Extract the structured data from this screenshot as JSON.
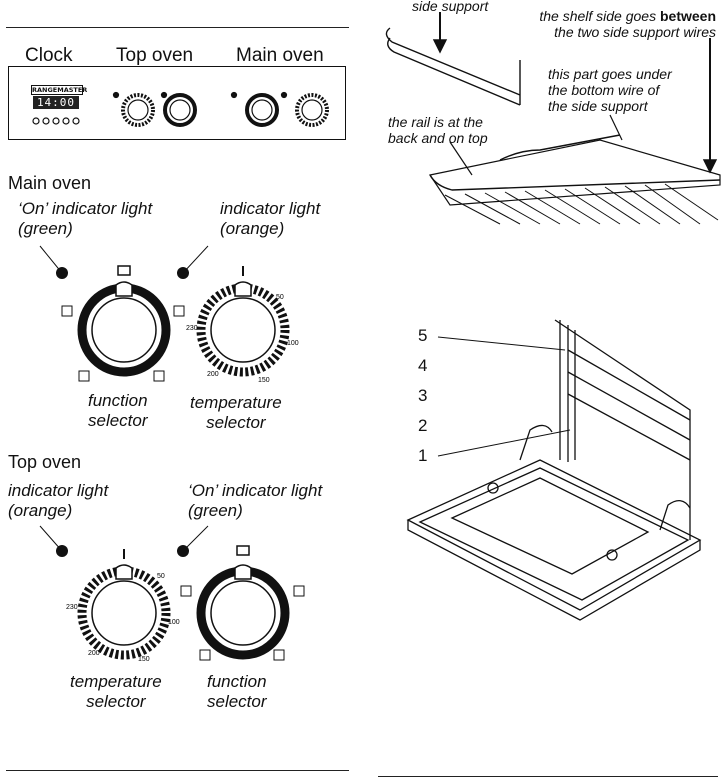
{
  "control_panel": {
    "labels": {
      "clock": "Clock",
      "top_oven": "Top oven",
      "main_oven": "Main oven"
    },
    "brand": "RANGEMASTER",
    "display_time": "14:00"
  },
  "main_oven": {
    "heading": "Main oven",
    "on_light_label": "‘On’ indicator light\n(green)",
    "indicator_label": "indicator light\n(orange)",
    "function_label": "function\nselector",
    "temperature_label": "temperature\nselector",
    "dial_marks": {
      "t1": "50",
      "t2": "100",
      "t3": "150",
      "t4": "200",
      "t5": "230"
    }
  },
  "top_oven": {
    "heading": "Top oven",
    "indicator_label": "indicator light\n(orange)",
    "on_light_label": "‘On’ indicator light\n(green)",
    "temperature_label": "temperature\nselector",
    "function_label": "function\nselector",
    "dial_marks": {
      "t1": "50",
      "t2": "100",
      "t3": "150",
      "t4": "200",
      "t5": "230"
    }
  },
  "shelf_diagram": {
    "side_support": "side support",
    "between_pre": "the shelf side goes ",
    "between_bold": "between",
    "between_post": "the two side support wires",
    "under_note": "this part goes under\nthe bottom wire of\nthe side support",
    "rail_note": "the rail is at the\nback and on top"
  },
  "oven_cavity": {
    "shelf_positions": [
      "5",
      "4",
      "3",
      "2",
      "1"
    ]
  }
}
